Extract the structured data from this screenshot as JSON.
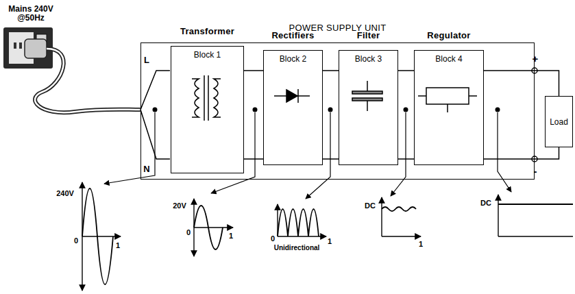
{
  "diagram": {
    "nodes": [
      {
        "text": [
          "POWER SUPPLY UNIT"
        ]
      },
      {
        "text": [
          "Transformer",
          "Block 1"
        ],
        "in": 0
      },
      {
        "text": [
          "Rectifiers",
          "Block 2"
        ],
        "in": 0
      },
      {
        "text": [
          "Filter",
          "Block 3"
        ],
        "in": 0
      },
      {
        "text": [
          "Regulator",
          "Block 4"
        ],
        "in": 0
      },
      {
        "text": [
          "Load"
        ]
      }
    ],
    "edges": [
      {
        "from": 1,
        "to": 2,
        "arrow": "none"
      },
      {
        "from": 1,
        "to": 2,
        "arrow": "none"
      },
      {
        "from": 2,
        "to": 3,
        "arrow": "none"
      },
      {
        "from": 2,
        "to": 3,
        "arrow": "none"
      },
      {
        "from": 3,
        "to": 4,
        "arrow": "none"
      },
      {
        "from": 3,
        "to": 4,
        "arrow": "none"
      },
      {
        "from": 4,
        "to": 5,
        "arrow": "none"
      },
      {
        "from": 4,
        "to": 5,
        "arrow": "none"
      }
    ],
    "labels": [
      "Mains 240V @50Hz",
      "L",
      "N",
      "+",
      "-",
      "240V",
      "0",
      "1",
      "20V",
      "0",
      "1",
      "0",
      "Unidirectional",
      "1",
      "DC",
      "1",
      "DC"
    ]
  }
}
